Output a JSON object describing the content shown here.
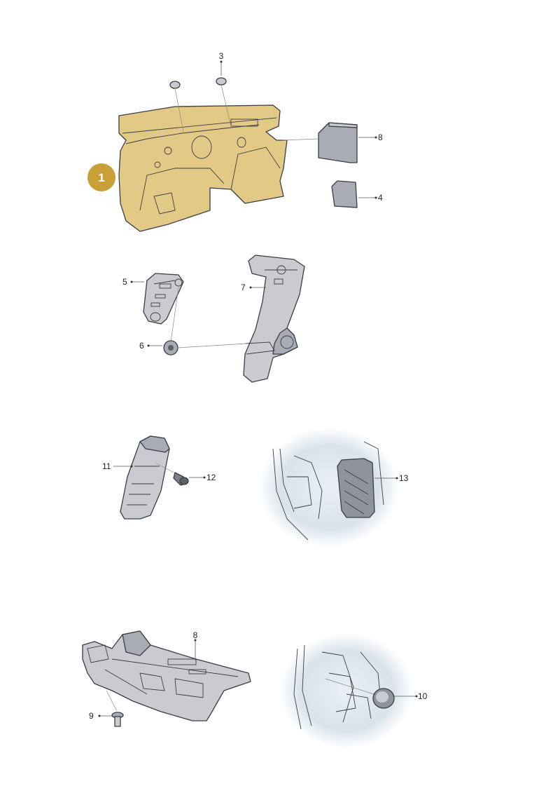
{
  "diagram": {
    "badge": "1",
    "callouts": [
      "3",
      "8",
      "4",
      "5",
      "7",
      "6",
      "11",
      "12",
      "13",
      "8",
      "9",
      "10"
    ],
    "colors": {
      "highlight": "#e3c986",
      "highlight_stroke": "#c9a24c",
      "badge_fill": "#c9a035",
      "part_fill": "#c9cbd1",
      "part_dark": "#a9acb4",
      "part_light": "#e2e3e7",
      "vignette": "#dde6ee"
    }
  }
}
